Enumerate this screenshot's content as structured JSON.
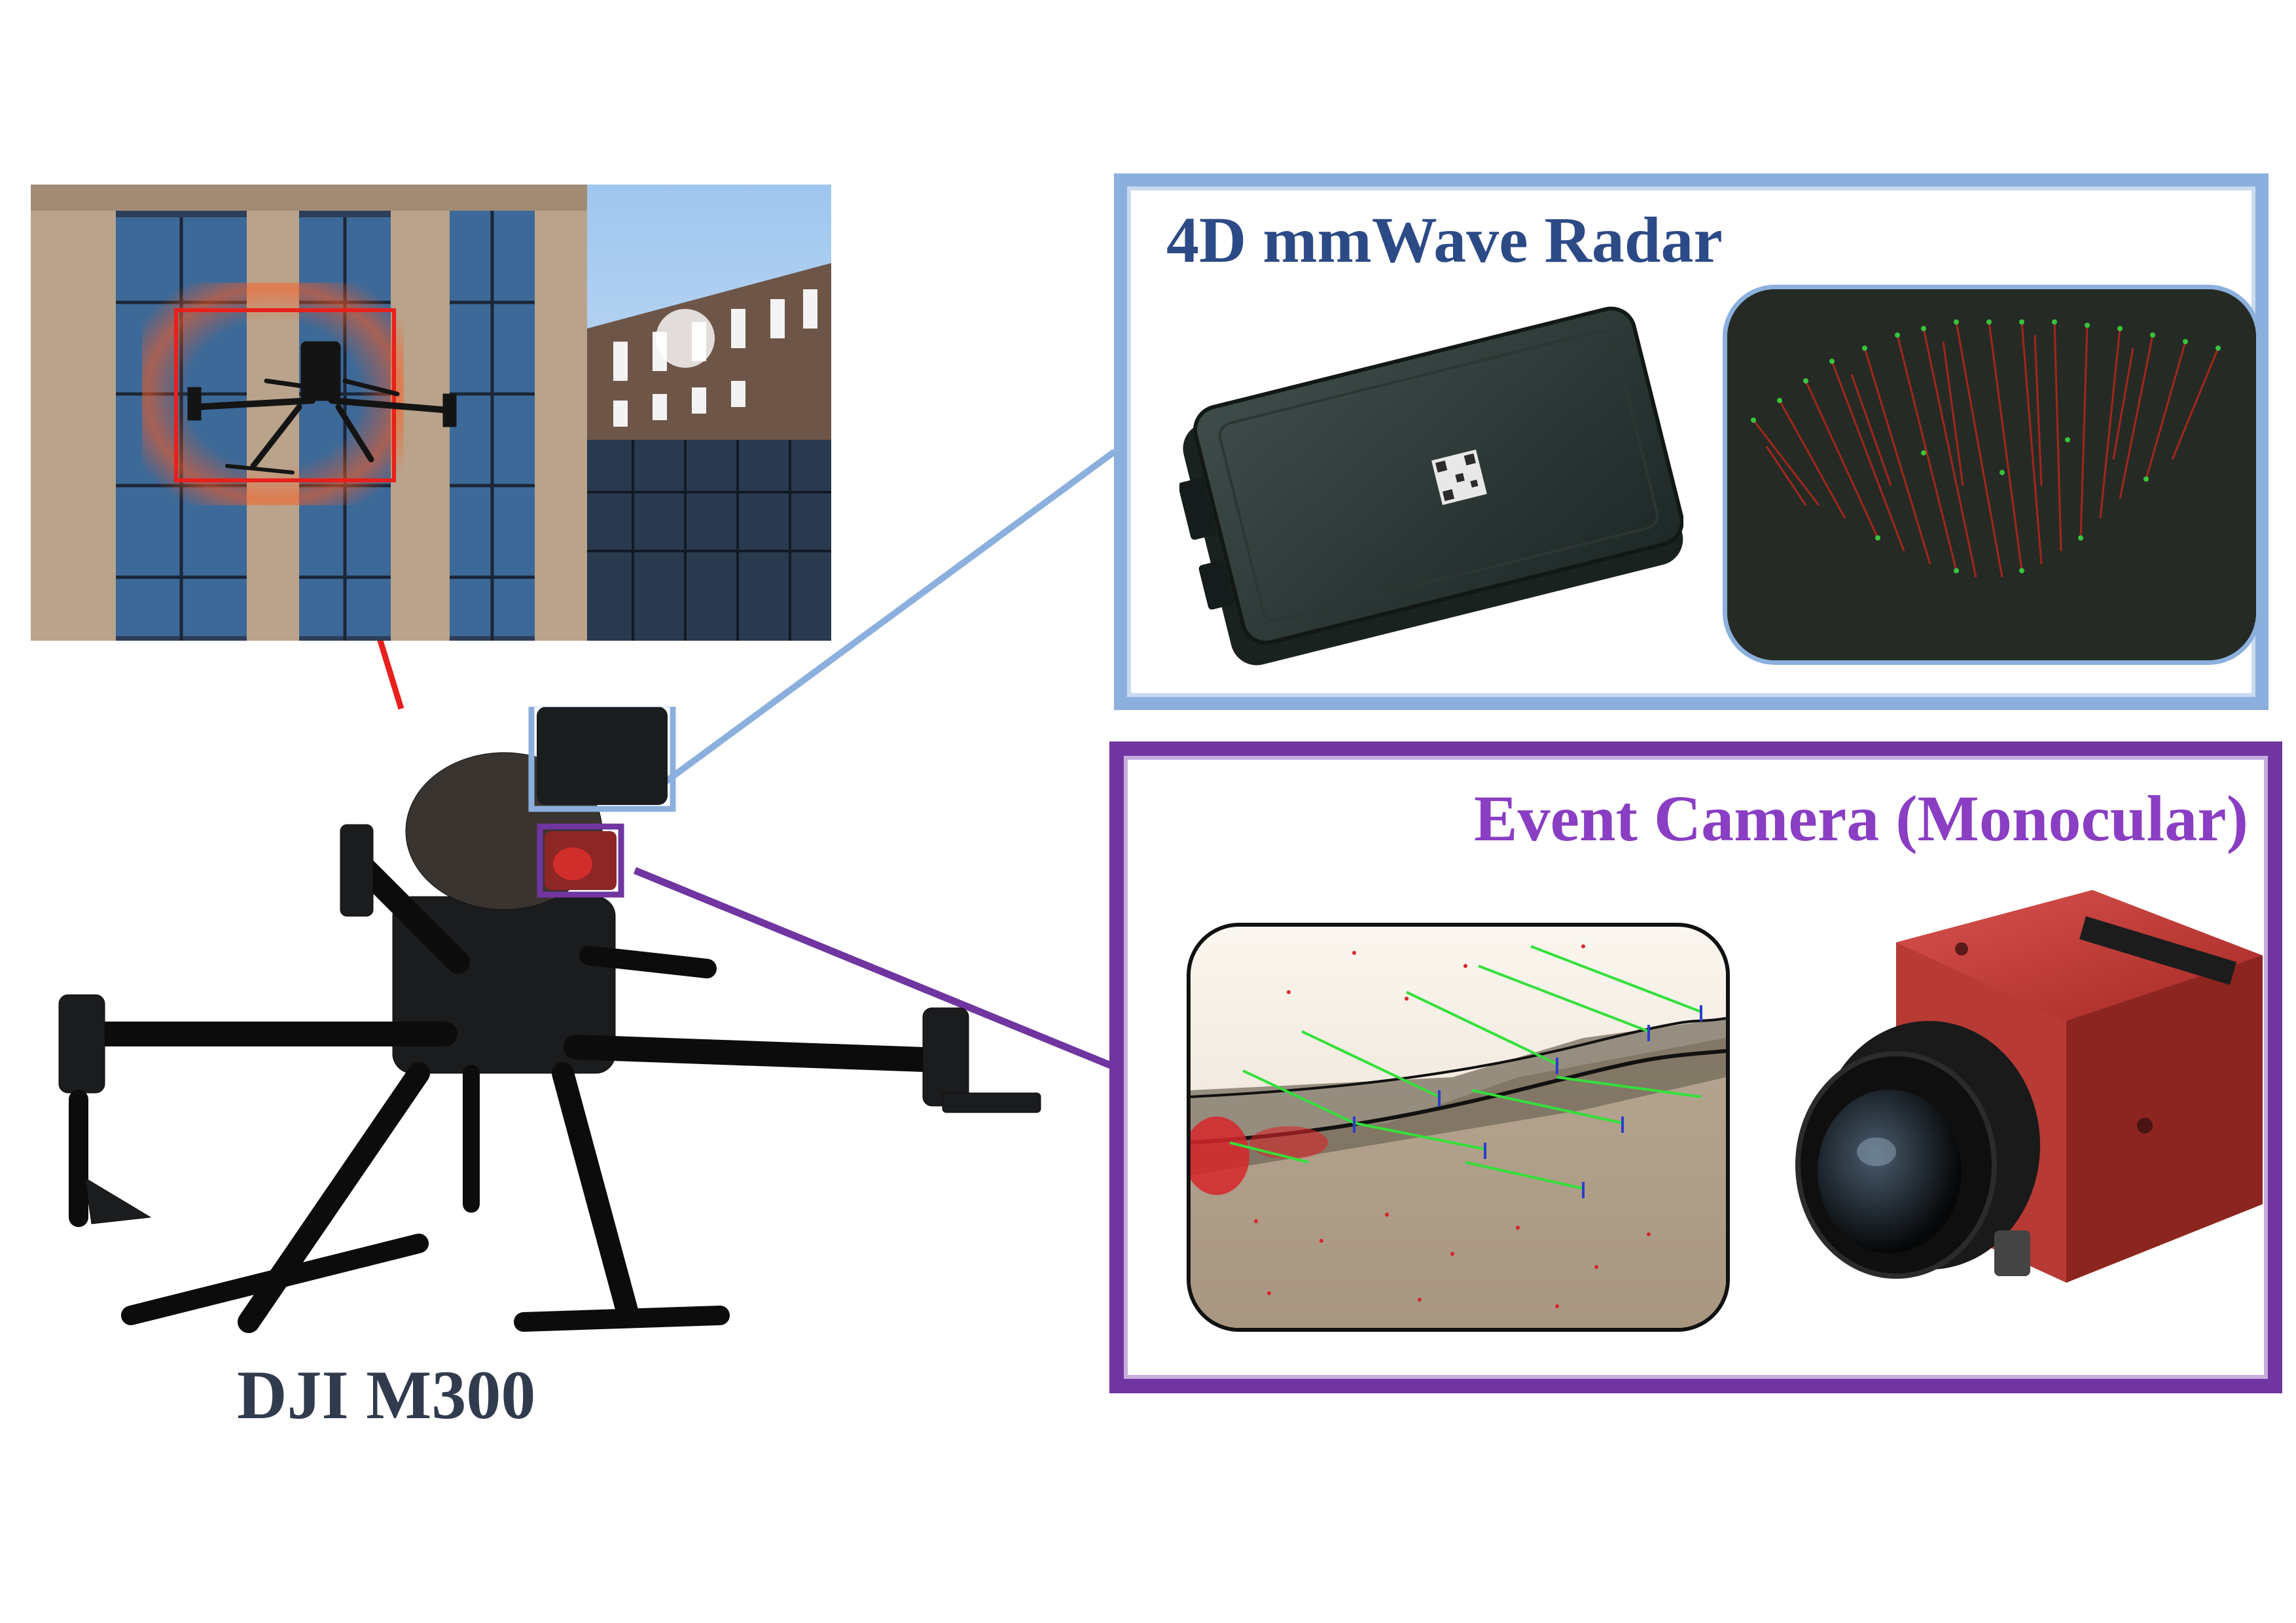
{
  "drone": {
    "label": "DJI M300"
  },
  "radar": {
    "title": "4D mmWave Radar"
  },
  "event_camera": {
    "title": "Event Camera (Monocular)"
  },
  "colors": {
    "radar_accent": "#8cb0dd",
    "event_accent": "#7035a0",
    "highlight_red": "#e8201c",
    "radar_title": "#2c4a86",
    "event_title": "#8a3ec3"
  }
}
